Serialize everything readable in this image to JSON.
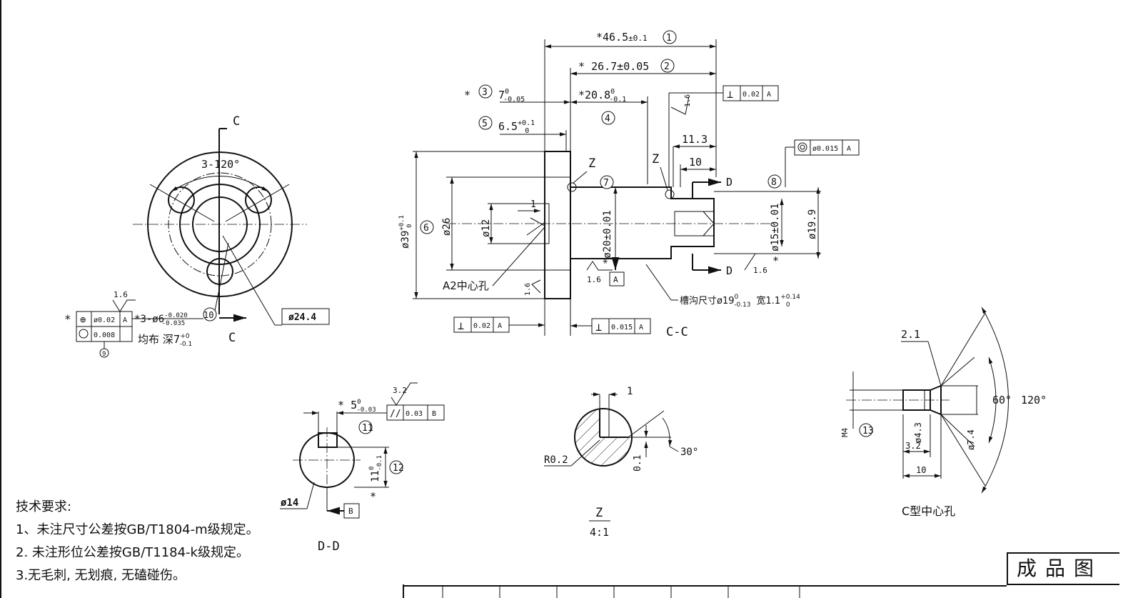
{
  "dims": {
    "overall": "46.5",
    "overall_tol": "±0.1",
    "d2": "26.7±0.05",
    "d3": "7",
    "d3_up": "0",
    "d3_lo": "-0.05",
    "d4": "20.8",
    "d4_up": "0",
    "d4_lo": "-0.1",
    "d5": "6.5",
    "d5_up": "+0.1",
    "d5_lo": "0",
    "d113": "11.3",
    "d10": "10",
    "dia39": "ø39",
    "dia39_up": "+0.1",
    "dia39_lo": "0",
    "dia26": "ø26",
    "dia12": "ø12",
    "dia20": "ø20±0.01",
    "dia15": "ø15±0.01",
    "dia199": "ø19.9",
    "one": "1",
    "a2_hole": "A2中心孔",
    "groove": "槽沟尺寸ø19",
    "groove_up": "0",
    "groove_lo": "-0.13",
    "groove_w": "宽1.1",
    "groove_w_up": "+0.14",
    "groove_w_lo": "0",
    "star": "*"
  },
  "balloons": [
    "1",
    "2",
    "3",
    "4",
    "5",
    "6",
    "7",
    "8",
    "9",
    "10",
    "11",
    "12",
    "13"
  ],
  "gdt": {
    "perp_02": "0.02",
    "perp_015": "0.015",
    "conc": "ø0.015",
    "pos": "ø0.02",
    "circ": "0.008",
    "par": "0.03",
    "datum_a": "A",
    "datum_b": "B"
  },
  "rough": {
    "r16": "1.6",
    "r32": "3.2"
  },
  "section_labels": {
    "c": "C",
    "cc": "C-C",
    "z": "Z",
    "d": "D",
    "dd": "D-D",
    "scale": "4:1"
  },
  "left_view": {
    "angle": "3-120°",
    "holes": "3-ø6",
    "holes_up": "-0.020",
    "holes_lo": "-0.035",
    "even": "均布",
    "depth": "深7",
    "depth_up": "+0",
    "depth_lo": "-0.1",
    "dia244": "ø24.4"
  },
  "dd_view": {
    "key": "5",
    "key_up": "0",
    "key_lo": "-0.03",
    "h": "11",
    "h_up": "0",
    "h_lo": "-0.1",
    "dia14": "ø14"
  },
  "z_view": {
    "one": "1",
    "r": "R0.2",
    "dep": "0.1",
    "ang": "30°"
  },
  "c_hole": {
    "title": "C型中心孔",
    "d21": "2.1",
    "a60": "60°",
    "a120": "120°",
    "m4": "M4",
    "d43": "ø4.3",
    "d74": "ø7.4",
    "d32": "3.2",
    "d10": "10"
  },
  "notes": {
    "title": "技术要求:",
    "n1": "1、未注尺寸公差按GB/T1804-m级规定。",
    "n2": "2. 未注形位公差按GB/T1184-k级规定。",
    "n3": "3.无毛刺, 无划痕, 无磕碰伤。"
  },
  "stamp": "成品图"
}
